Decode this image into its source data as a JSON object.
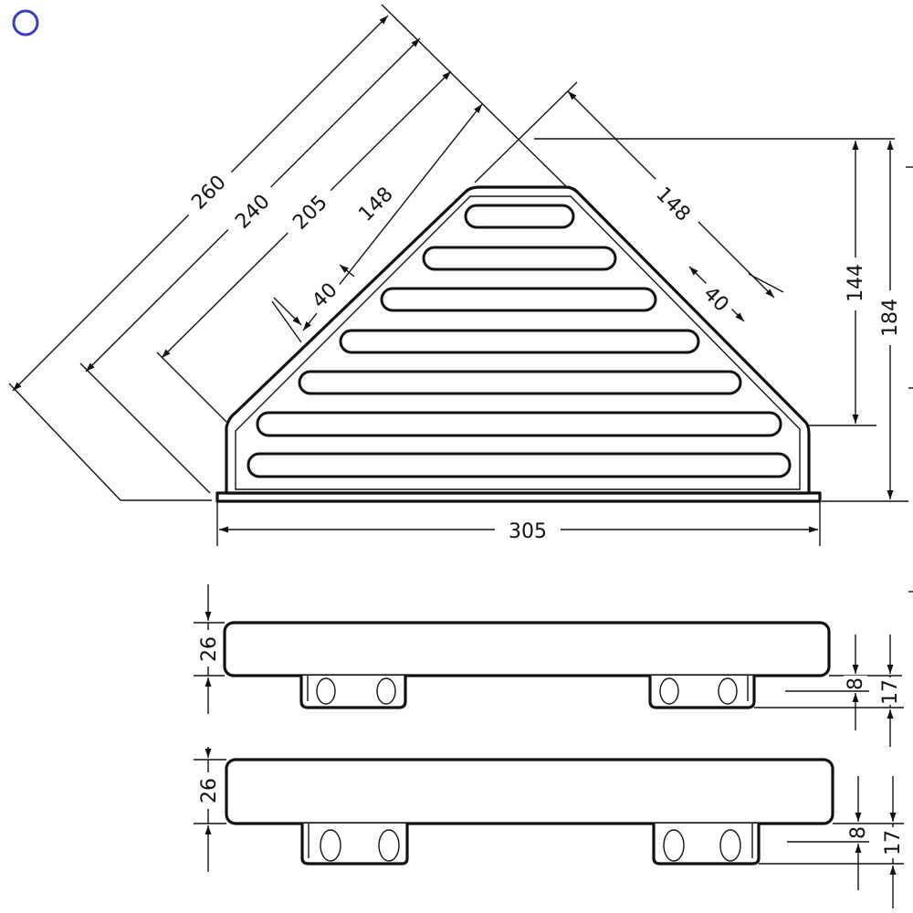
{
  "marker": {
    "icon": "circle-marker-icon",
    "color": "#3a3fb5"
  },
  "top_view": {
    "dimensions": {
      "d260": "260",
      "d240": "240",
      "d205": "205",
      "d148_left": "148",
      "d40_left": "40",
      "d148_right": "148",
      "d40_right": "40",
      "d144": "144",
      "d184": "184",
      "d305": "305"
    }
  },
  "side_view_1": {
    "height": "26",
    "foot": "8",
    "total": "17"
  },
  "side_view_2": {
    "height": "26",
    "foot": "8",
    "total": "17"
  }
}
